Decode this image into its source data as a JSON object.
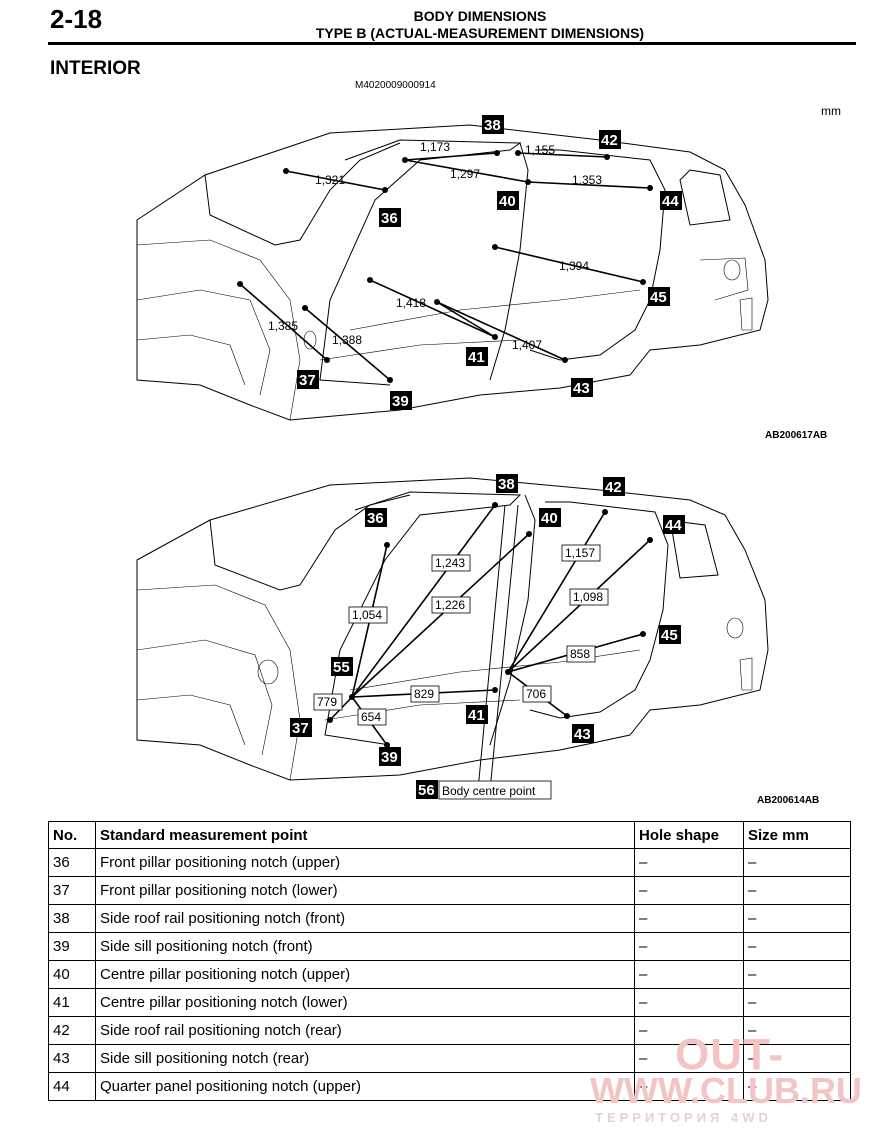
{
  "header": {
    "page_number": "2-18",
    "title": "BODY DIMENSIONS",
    "subtitle": "TYPE B (ACTUAL-MEASUREMENT DIMENSIONS)"
  },
  "section_title": "INTERIOR",
  "document_code": "M4020009000914",
  "unit": "mm",
  "figure_top": {
    "code": "AB200617AB",
    "callouts": [
      "38",
      "42",
      "44",
      "40",
      "36",
      "45",
      "41",
      "37",
      "39",
      "43"
    ],
    "dimensions": [
      "1,173",
      "1,155",
      "1,321",
      "1,297",
      "1,353",
      "1,394",
      "1,418",
      "1,385",
      "1,388",
      "1,407"
    ]
  },
  "figure_bottom": {
    "code": "AB200614AB",
    "callouts": [
      "38",
      "42",
      "40",
      "36",
      "44",
      "45",
      "55",
      "41",
      "37",
      "43",
      "39",
      "56"
    ],
    "dimensions": [
      "1,243",
      "1,157",
      "1,098",
      "1,054",
      "1,226",
      "858",
      "829",
      "779",
      "706",
      "654"
    ],
    "body_centre_label": "Body centre point"
  },
  "table": {
    "headers": [
      "No.",
      "Standard measurement point",
      "Hole shape",
      "Size mm"
    ],
    "rows": [
      [
        "36",
        "Front pillar positioning notch (upper)",
        "–",
        "–"
      ],
      [
        "37",
        "Front pillar positioning notch (lower)",
        "–",
        "–"
      ],
      [
        "38",
        "Side roof rail positioning notch (front)",
        "–",
        "–"
      ],
      [
        "39",
        "Side sill positioning notch (front)",
        "–",
        "–"
      ],
      [
        "40",
        "Centre pillar positioning notch (upper)",
        "–",
        "–"
      ],
      [
        "41",
        "Centre pillar positioning notch (lower)",
        "–",
        "–"
      ],
      [
        "42",
        "Side roof rail positioning notch (rear)",
        "–",
        "–"
      ],
      [
        "43",
        "Side sill positioning notch (rear)",
        "–",
        "–"
      ],
      [
        "44",
        "Quarter panel positioning notch (upper)",
        "–",
        "–"
      ]
    ]
  },
  "watermark": {
    "main": "OUT-",
    "url": "WWW.CLUB.RU",
    "sub": "ТЕРРИТОРИЯ 4WD"
  }
}
